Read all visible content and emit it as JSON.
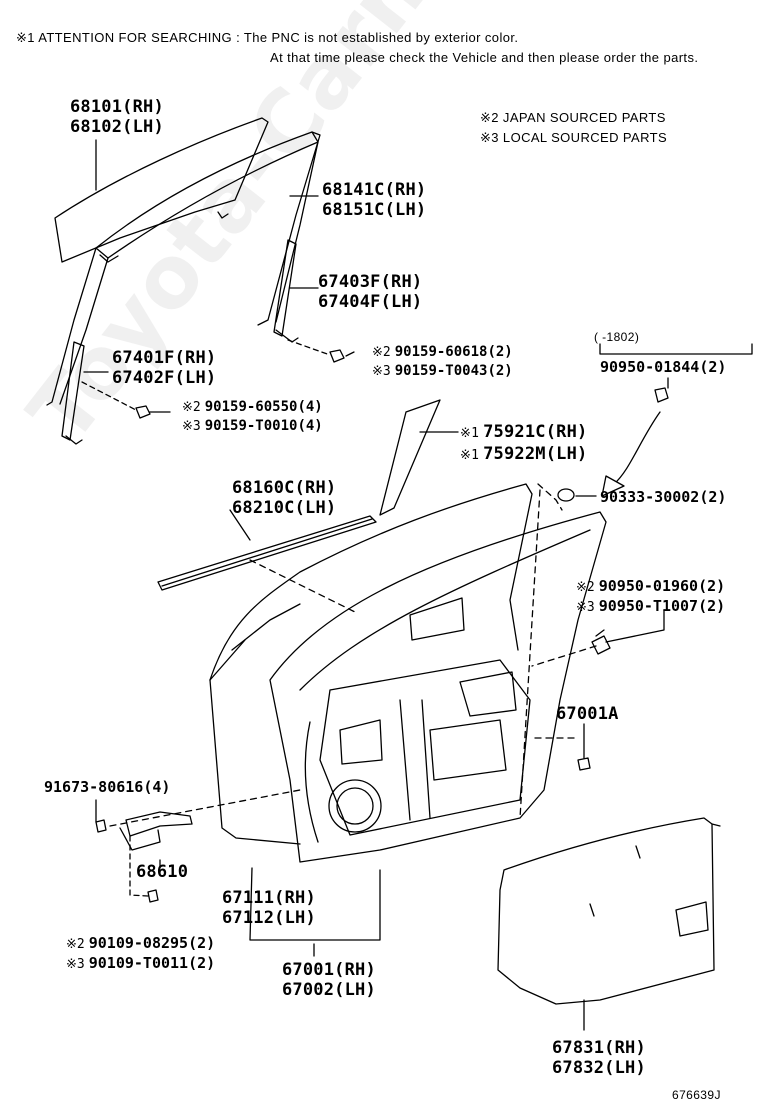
{
  "notes": {
    "attention_line1": "※1 ATTENTION FOR SEARCHING : The PNC is not established by exterior color.",
    "attention_line2": "At that time please check the Vehicle and then please order the parts.",
    "japan": "※2 JAPAN SOURCED PARTS",
    "local": "※3 LOCAL SOURCED PARTS"
  },
  "watermark": "Toyota-Carmine.ru",
  "parts": {
    "glass": [
      "68101(RH)",
      "68102(LH)"
    ],
    "run_channel": [
      "68141C(RH)",
      "68151C(LH)"
    ],
    "rear_sash": [
      "67403F(RH)",
      "67404F(LH)"
    ],
    "front_sash": [
      "67401F(RH)",
      "67402F(LH)"
    ],
    "bolt_a": [
      {
        "mark": "※2",
        "pn": "90159-60618(2)"
      },
      {
        "mark": "※3",
        "pn": "90159-T0043(2)"
      }
    ],
    "bolt_b": [
      {
        "mark": "※2",
        "pn": "90159-60550(4)"
      },
      {
        "mark": "※3",
        "pn": "90159-T0010(4)"
      }
    ],
    "date_range": "( -1802)",
    "clip_top": "90950-01844(2)",
    "garnish": [
      {
        "mark": "※1",
        "pn": "75921C(RH)"
      },
      {
        "mark": "※1",
        "pn": "75922M(LH)"
      }
    ],
    "weatherstrip": [
      "68160C(RH)",
      "68210C(LH)"
    ],
    "plug": "90333-30002(2)",
    "grommet": [
      {
        "mark": "※2",
        "pn": "90950-01960(2)"
      },
      {
        "mark": "※3",
        "pn": "90950-T1007(2)"
      }
    ],
    "bolt_c": "67001A",
    "bolt_d": "91673-80616(4)",
    "check": "68610",
    "door_weather": [
      "67111(RH)",
      "67112(LH)"
    ],
    "bolt_e": [
      {
        "mark": "※2",
        "pn": "90109-08295(2)"
      },
      {
        "mark": "※3",
        "pn": "90109-T0011(2)"
      }
    ],
    "door_panel": [
      "67001(RH)",
      "67002(LH)"
    ],
    "cover": [
      "67831(RH)",
      "67832(LH)"
    ]
  },
  "figure_id": "676639J"
}
